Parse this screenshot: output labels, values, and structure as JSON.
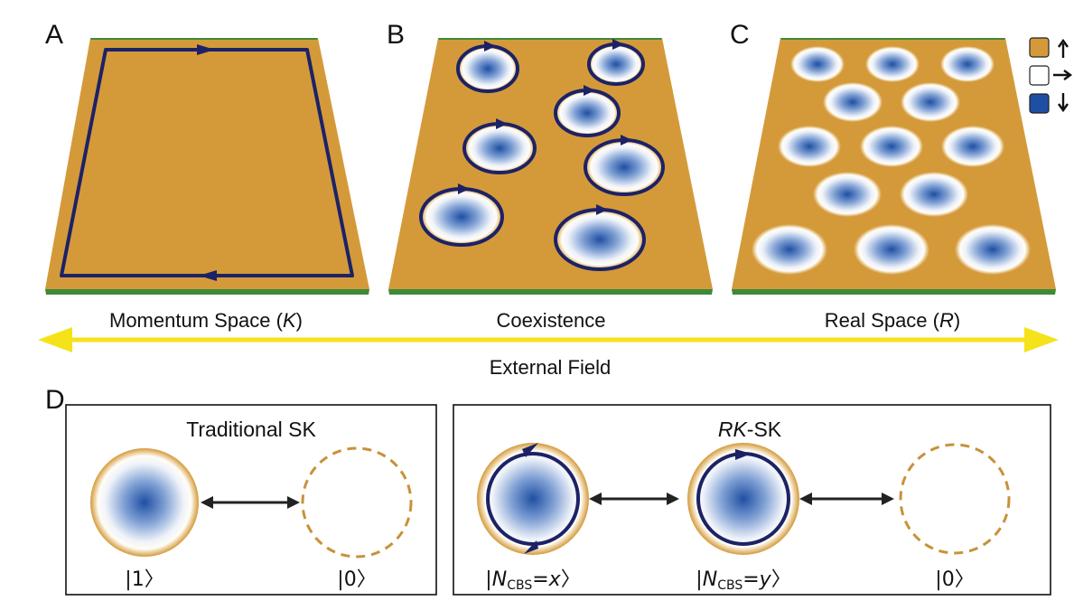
{
  "panels": {
    "a": {
      "letter": "A",
      "caption_text": "Momentum Space (",
      "caption_italic": "K",
      "caption_close": ")"
    },
    "b": {
      "letter": "B",
      "caption": "Coexistence"
    },
    "c": {
      "letter": "C",
      "caption_text": "Real Space (",
      "caption_italic": "R",
      "caption_close": ")"
    },
    "d": {
      "letter": "D"
    }
  },
  "legend": [
    {
      "color": "#d49a3a",
      "icon": "arrow-up-icon"
    },
    {
      "color": "#ffffff",
      "icon": "arrow-right-icon"
    },
    {
      "color": "#1f4fa3",
      "icon": "arrow-down-icon"
    }
  ],
  "axis": {
    "label": "External Field",
    "color": "#f5e21a"
  },
  "box_left": {
    "title": "Traditional SK",
    "state1": {
      "bar": "|",
      "value": "1",
      "close": "〉"
    },
    "state0": {
      "bar": "|",
      "value": "0",
      "close": "〉"
    }
  },
  "box_right": {
    "title_italic": "RK",
    "title_rest": "-SK",
    "state_x": {
      "bar": "|",
      "n": "N",
      "sub": "CBS",
      "eq": "=",
      "var": "x",
      "close": "〉"
    },
    "state_y": {
      "bar": "|",
      "n": "N",
      "sub": "CBS",
      "eq": "=",
      "var": "y",
      "close": "〉"
    },
    "state0": {
      "bar": "|",
      "value": "0",
      "close": "〉"
    }
  },
  "colors": {
    "plate": "#d49a3a",
    "plate_edge": "#3d8a3a",
    "loop": "#1c2266",
    "core": "#1f4fa3",
    "dashed": "#c8913a"
  }
}
